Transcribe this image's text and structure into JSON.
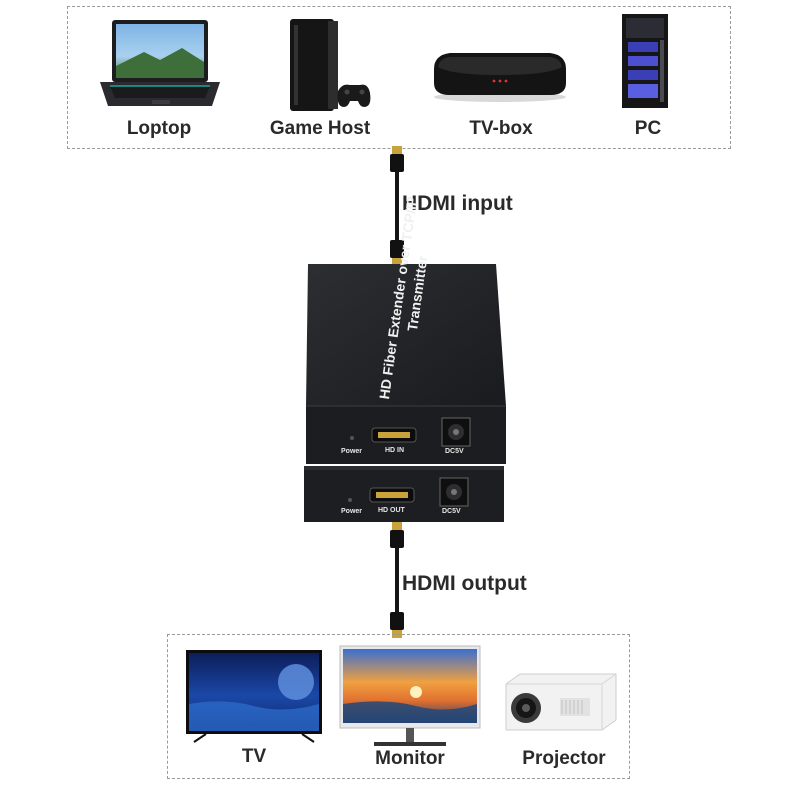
{
  "sources": [
    {
      "id": "laptop",
      "label": "Loptop",
      "icon": "laptop-icon"
    },
    {
      "id": "game",
      "label": "Game Host",
      "icon": "game-console-icon"
    },
    {
      "id": "tvbox",
      "label": "TV-box",
      "icon": "tv-box-icon"
    },
    {
      "id": "pc",
      "label": "PC",
      "icon": "pc-tower-icon"
    }
  ],
  "hdmi_input_label": "HDMI input",
  "hdmi_output_label": "HDMI output",
  "transmitter": {
    "title_line1": "HD Fiber Extender over TCP/IP",
    "title_line2": "Transmitter",
    "power_label": "Power",
    "port_label": "HD IN",
    "dc_label": "DC5V"
  },
  "receiver": {
    "power_label": "Power",
    "port_label": "HD OUT",
    "dc_label": "DC5V"
  },
  "displays": [
    {
      "id": "tv",
      "label": "TV",
      "icon": "tv-icon"
    },
    {
      "id": "monitor",
      "label": "Monitor",
      "icon": "monitor-icon"
    },
    {
      "id": "projector",
      "label": "Projector",
      "icon": "projector-icon"
    }
  ]
}
